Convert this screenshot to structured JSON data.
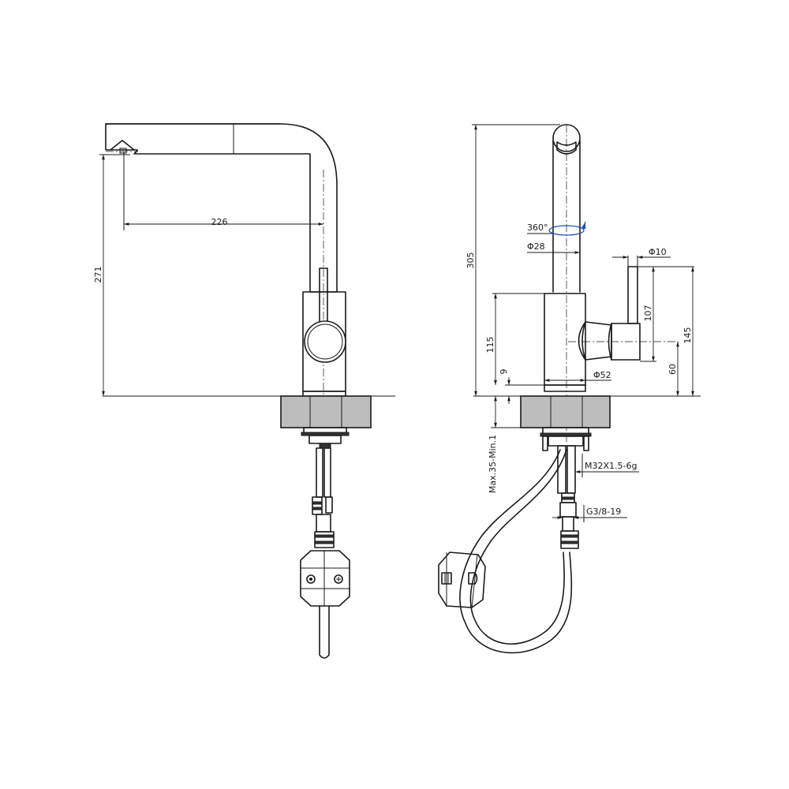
{
  "side_view": {
    "dim_reach": "226",
    "dim_height": "271"
  },
  "front_view": {
    "dim_total_height": "305",
    "rotation": "360°",
    "dim_spout_diameter": "Φ28",
    "dim_handle_diameter": "Φ10",
    "dim_lever_length": "107",
    "dim_lever_height": "145",
    "dim_body_height": "115",
    "dim_base_thickness": "9",
    "dim_base_diameter": "Φ52",
    "dim_lever_axis": "60",
    "dim_counter_thickness": "Max.35-Min.1",
    "dim_thread": "M32X1.5-6g",
    "dim_hose_thread": "G3/8-19"
  },
  "colors": {
    "line": "#1a1a1a",
    "fill_gray": "#bdbdbd",
    "rotation_arrow": "#1f4fb8"
  }
}
